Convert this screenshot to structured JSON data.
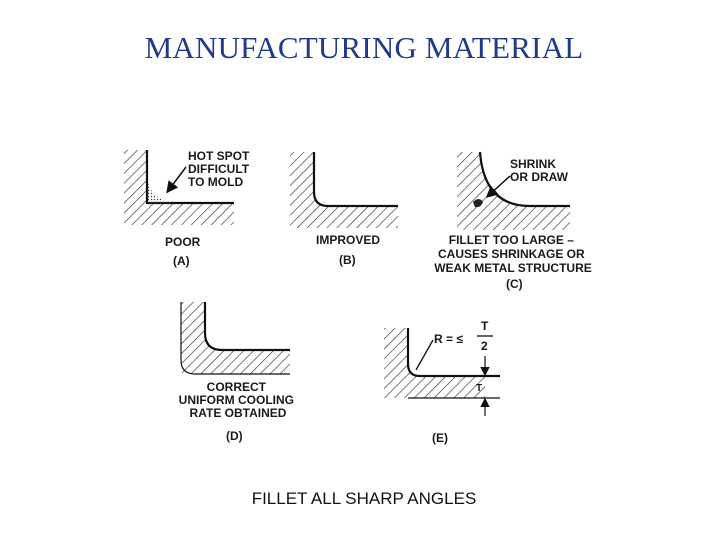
{
  "slide": {
    "title": "MANUFACTURING MATERIAL",
    "caption": "FILLET ALL SHARP ANGLES"
  },
  "panels": {
    "a": {
      "id": "(A)",
      "label": "POOR",
      "callout": [
        "HOT SPOT",
        "DIFFICULT",
        "TO MOLD"
      ]
    },
    "b": {
      "id": "(B)",
      "label": "IMPROVED"
    },
    "c": {
      "id": "(C)",
      "callout": [
        "SHRINK",
        "OR DRAW"
      ],
      "note": [
        "FILLET TOO LARGE –",
        "CAUSES SHRINKAGE OR",
        "WEAK METAL STRUCTURE"
      ]
    },
    "d": {
      "id": "(D)",
      "note": [
        "CORRECT",
        "UNIFORM COOLING",
        "RATE OBTAINED"
      ]
    },
    "e": {
      "id": "(E)",
      "formula_lhs": "R = ≤",
      "formula_num": "T",
      "formula_den": "2",
      "thickness": "T"
    }
  }
}
